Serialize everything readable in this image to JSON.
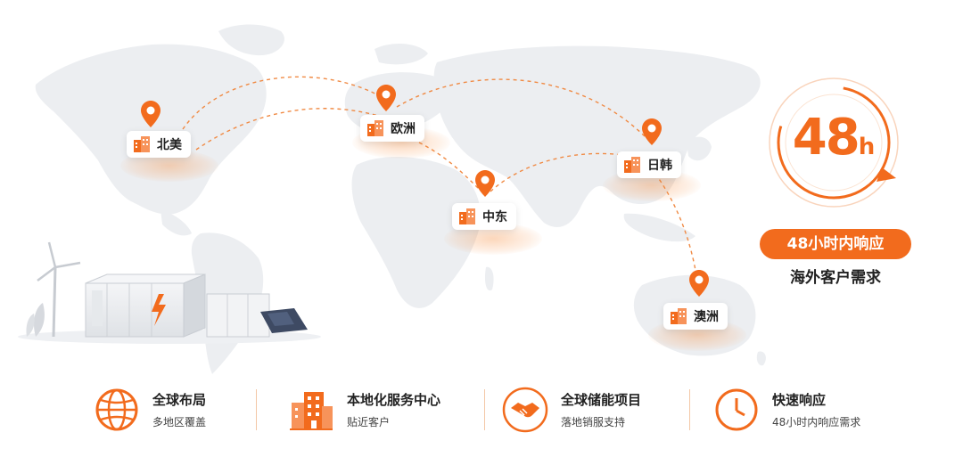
{
  "regions": [
    {
      "id": "na",
      "label": "北美"
    },
    {
      "id": "eu",
      "label": "欧洲"
    },
    {
      "id": "me",
      "label": "中东"
    },
    {
      "id": "jk",
      "label": "日韩"
    },
    {
      "id": "au",
      "label": "澳洲"
    }
  ],
  "response": {
    "number": "48",
    "unit": "h",
    "pill": "48小时内响应",
    "subtitle": "海外客户需求"
  },
  "features": [
    {
      "title": "全球布局",
      "desc": "多地区覆盖",
      "icon": "globe-icon"
    },
    {
      "title": "本地化服务中心",
      "desc": "贴近客户",
      "icon": "building-icon"
    },
    {
      "title": "全球储能项目",
      "desc": "落地销服支持",
      "icon": "handshake-icon"
    },
    {
      "title": "快速响应",
      "desc": "48小时内响应需求",
      "icon": "clock-icon"
    }
  ],
  "colors": {
    "accent": "#f26b1d",
    "map": "#eceef1",
    "text": "#222222"
  }
}
